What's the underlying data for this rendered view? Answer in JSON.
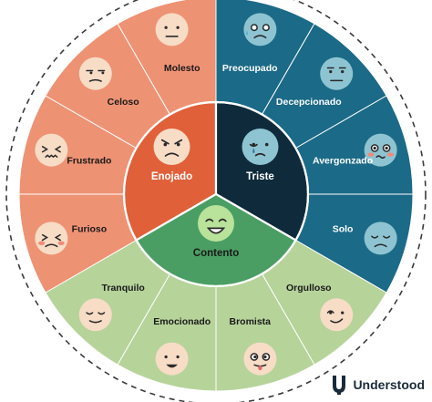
{
  "colors": {
    "background": "#ffffff",
    "dashed_ring": "#3a3a3a",
    "angry_inner": "#e0603a",
    "angry_outer": "#ee9274",
    "sad_inner": "#0f2b3b",
    "sad_outer": "#1b6a87",
    "happy_inner": "#4a9e63",
    "happy_outer": "#b6d39a",
    "face": "#f7dcc6",
    "sad_face": "#8ec4d2",
    "happy_face": "#b9e29a",
    "divider": "#ffffff",
    "label_dark": "#1a1a1a",
    "label_light": "#ffffff",
    "brand": "#1a2a3a"
  },
  "core_emotions": [
    {
      "key": "angry",
      "label": "Enojado",
      "icon": "angry-face-icon"
    },
    {
      "key": "sad",
      "label": "Triste",
      "icon": "crying-face-icon"
    },
    {
      "key": "happy",
      "label": "Contento",
      "icon": "grinning-face-icon"
    }
  ],
  "feelings": [
    {
      "label": "Preocupado",
      "group": "sad",
      "icon": "worried-face-icon"
    },
    {
      "label": "Decepcionado",
      "group": "sad",
      "icon": "neutral-face-icon"
    },
    {
      "label": "Avergonzado",
      "group": "sad",
      "icon": "embarrassed-face-icon"
    },
    {
      "label": "Solo",
      "group": "sad",
      "icon": "lonely-face-icon"
    },
    {
      "label": "Orgulloso",
      "group": "happy",
      "icon": "proud-face-icon"
    },
    {
      "label": "Bromista",
      "group": "happy",
      "icon": "silly-face-icon"
    },
    {
      "label": "Emocionado",
      "group": "happy",
      "icon": "excited-face-icon"
    },
    {
      "label": "Tranquilo",
      "group": "happy",
      "icon": "calm-face-icon"
    },
    {
      "label": "Furioso",
      "group": "angry",
      "icon": "furious-face-icon"
    },
    {
      "label": "Frustrado",
      "group": "angry",
      "icon": "frustrated-face-icon"
    },
    {
      "label": "Celoso",
      "group": "angry",
      "icon": "jealous-face-icon"
    },
    {
      "label": "Molesto",
      "group": "angry",
      "icon": "annoyed-face-icon"
    }
  ],
  "brand": {
    "name": "Understood",
    "icon": "understood-logo-icon"
  }
}
